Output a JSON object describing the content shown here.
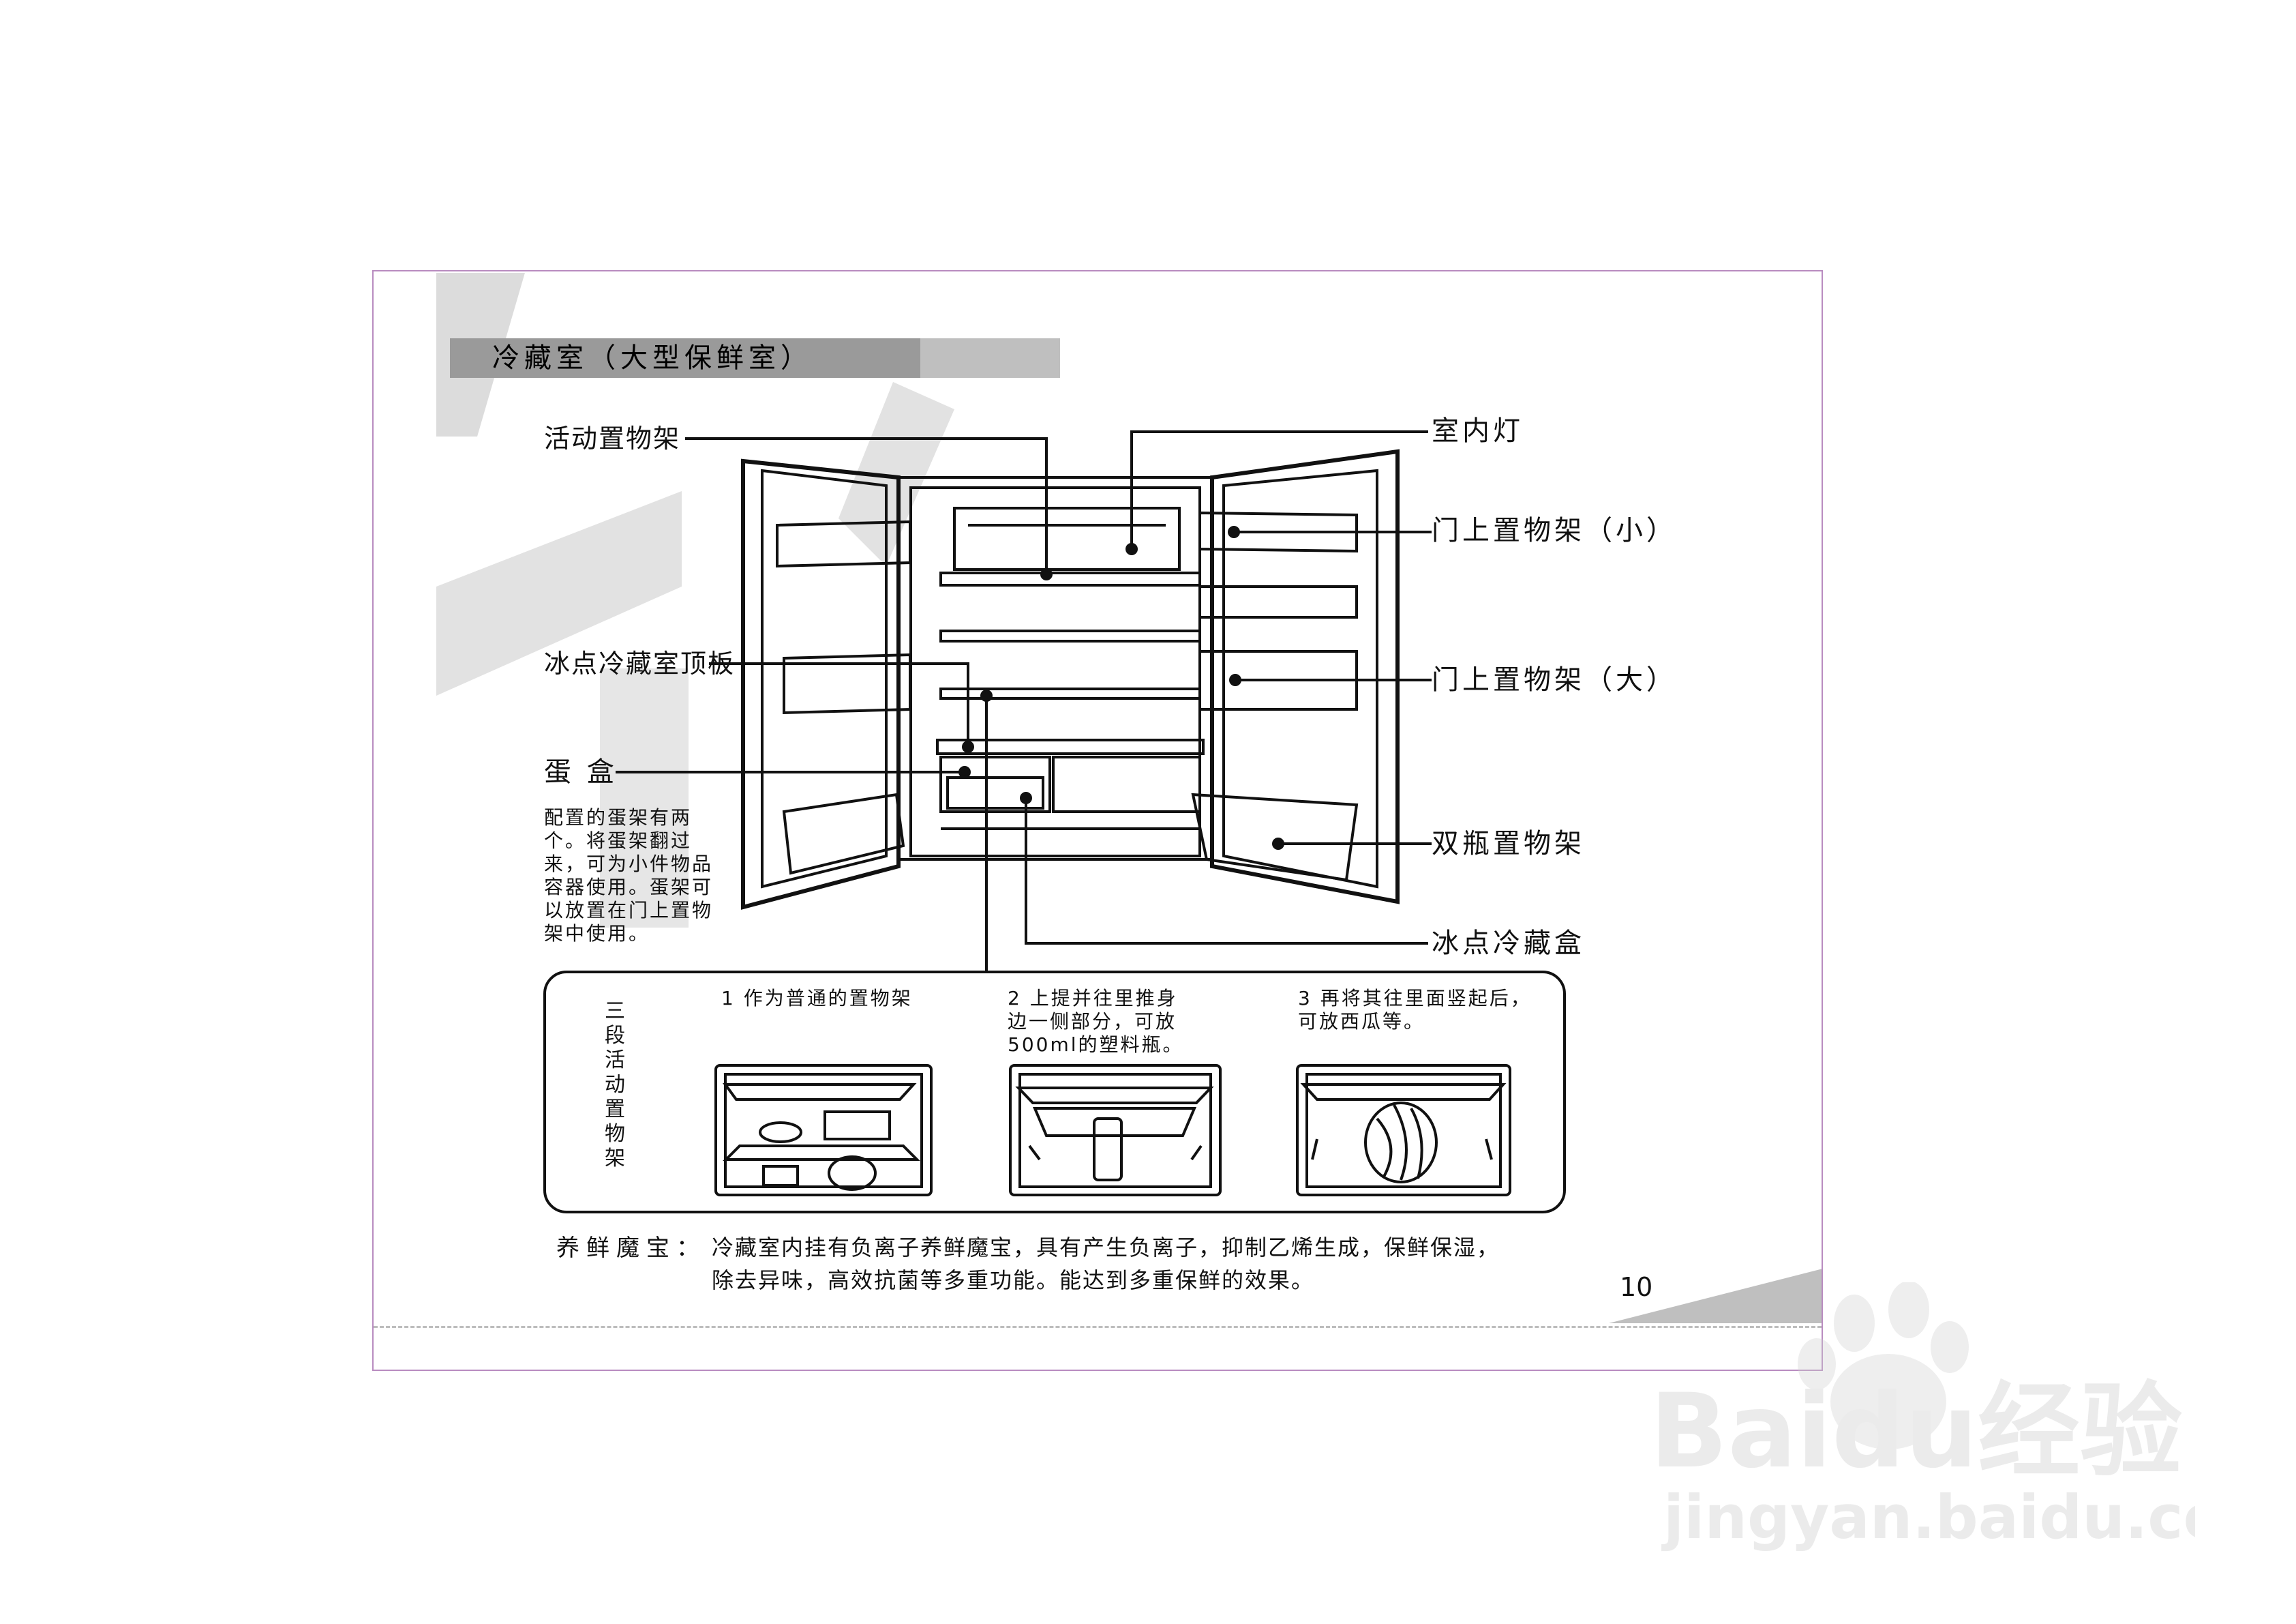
{
  "section_title": "冷藏室（大型保鲜室）",
  "labels": {
    "movable_shelf": "活动置物架",
    "interior_light": "室内灯",
    "door_shelf_small": "门上置物架（小）",
    "chiller_top_plate": "冰点冷藏室顶板",
    "door_shelf_large": "门上置物架（大）",
    "egg_box": "蛋 盒",
    "double_bottle_shelf": "双瓶置物架",
    "chiller_box": "冰点冷藏盒"
  },
  "egg_note": "配置的蛋架有两个。将蛋架翻过来，可为小件物品容器使用。蛋架可以放置在门上置物架中使用。",
  "three_step": {
    "title": "三段活动置物架",
    "steps": [
      "1 作为普通的置物架",
      "2 上提并往里推身\n边一侧部分，可放\n500ml的塑料瓶。",
      "3 再将其往里面竖起后，\n可放西瓜等。"
    ]
  },
  "freshness": {
    "title": "养鲜魔宝：",
    "text": "冷藏室内挂有负离子养鲜魔宝，具有产生负离子，抑制乙烯生成，保鲜保湿，除去异味，高效抗菌等多重功能。能达到多重保鲜的效果。"
  },
  "page_number": "10",
  "watermark": {
    "brand": "Baidu经验",
    "url": "jingyan.baidu.com"
  },
  "colors": {
    "frame": "#b98cc0",
    "title_bar": "#9a9a9a",
    "watermark_band": "#d9d9d9"
  }
}
